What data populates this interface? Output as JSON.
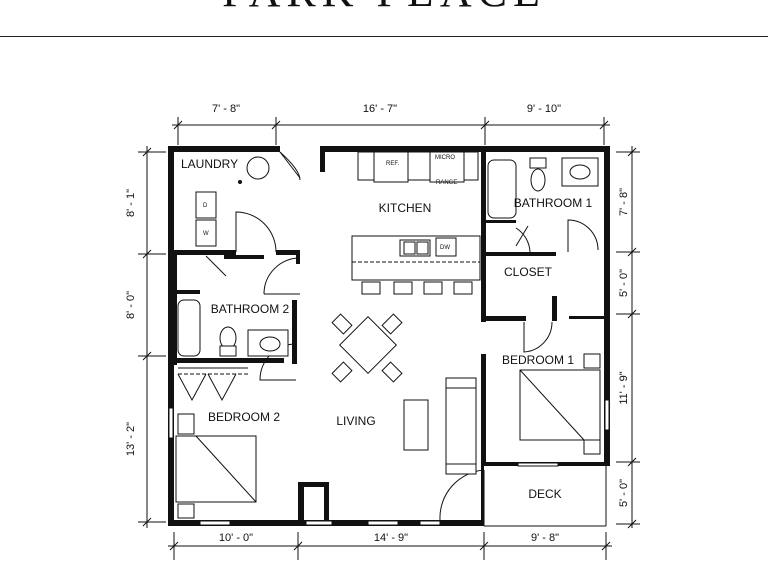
{
  "header": {
    "title": "PARK PLACE"
  },
  "rooms": {
    "laundry": "LAUNDRY",
    "kitchen": "KITCHEN",
    "bathroom1": "BATHROOM 1",
    "bathroom2": "BATHROOM 2",
    "closet": "CLOSET",
    "bedroom1": "BEDROOM 1",
    "bedroom2": "BEDROOM 2",
    "living": "LIVING",
    "deck": "DECK"
  },
  "fixtures": {
    "ref": "REF.",
    "micro": "MICRO",
    "range": "RANGE",
    "dw": "DW",
    "dryer": "D",
    "washer": "W"
  },
  "dimensions": {
    "top": [
      "7' - 8\"",
      "16' - 7\"",
      "9' - 10\""
    ],
    "bottom": [
      "10' - 0\"",
      "14' - 9\"",
      "9' - 8\""
    ],
    "left": [
      "8' - 1\"",
      "8' - 0\"",
      "13' - 2\""
    ],
    "right": [
      "7' - 8\"",
      "5' - 0\"",
      "11' - 9\"",
      "5' - 0\""
    ]
  }
}
